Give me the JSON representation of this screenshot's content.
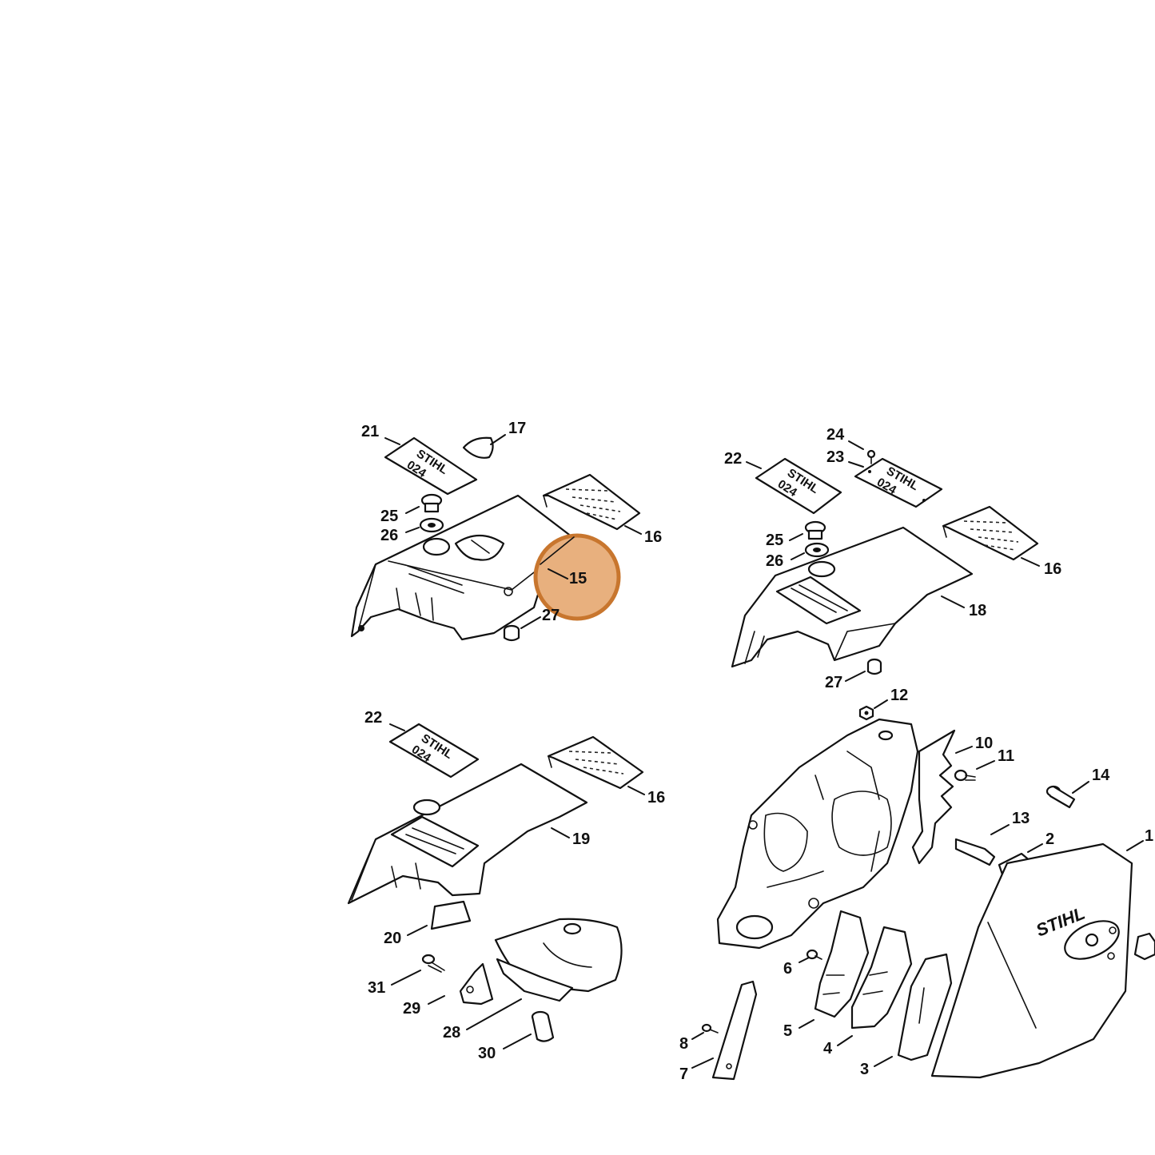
{
  "highlight": {
    "label": "15",
    "fill_color": "#E8B07E",
    "stroke_color": "#C8762E"
  },
  "decals": {
    "brand": "STIHL",
    "model": "024"
  },
  "cover_logo": "STIHL",
  "callouts": {
    "c1": "1",
    "c2": "2",
    "c3": "3",
    "c4": "4",
    "c5": "5",
    "c6": "6",
    "c7": "7",
    "c8": "8",
    "c10": "10",
    "c11": "11",
    "c12": "12",
    "c13": "13",
    "c14": "14",
    "c16a": "16",
    "c16b": "16",
    "c16c": "16",
    "c17": "17",
    "c18": "18",
    "c19": "19",
    "c20": "20",
    "c21": "21",
    "c22a": "22",
    "c22b": "22",
    "c23": "23",
    "c24": "24",
    "c25a": "25",
    "c25b": "25",
    "c26a": "26",
    "c26b": "26",
    "c27a": "27",
    "c27b": "27",
    "c28": "28",
    "c29": "29",
    "c30": "30",
    "c31": "31"
  }
}
